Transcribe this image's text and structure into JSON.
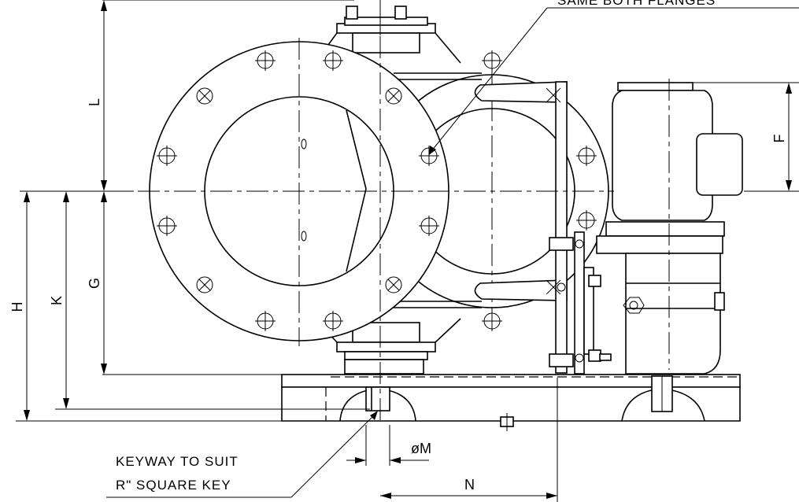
{
  "notes": {
    "flanges_note": "SAME BOTH FLANGES",
    "keyway_line1": "KEYWAY TO SUIT",
    "keyway_line2": "R\" SQUARE KEY"
  },
  "dimensions": {
    "L": "L",
    "F": "F",
    "G": "G",
    "H": "H",
    "K": "K",
    "M": "øM",
    "N": "N"
  },
  "colors": {
    "line": "#000000",
    "background": "#ffffff"
  }
}
